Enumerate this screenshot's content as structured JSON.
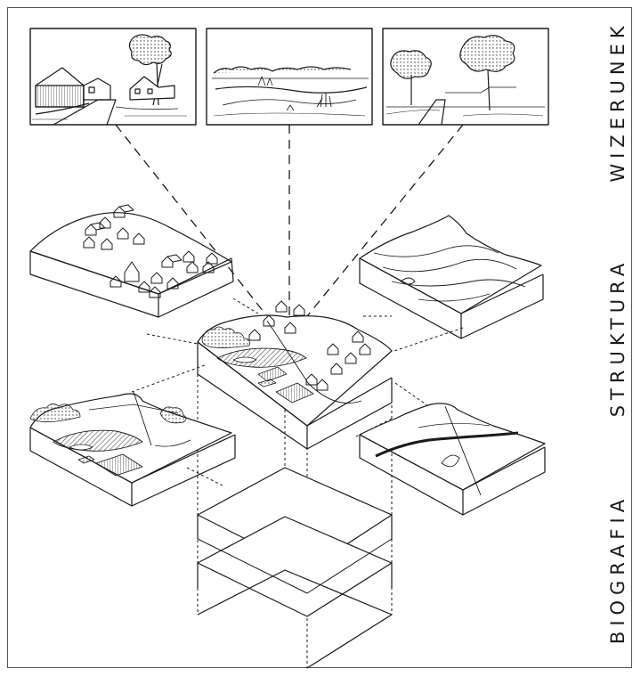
{
  "labels": {
    "wizerunek": "WIZERUNEK",
    "struktura": "STRUKTURA",
    "biografia": "BIOGRAFIA"
  },
  "colors": {
    "line": "#1a1a1a",
    "frame": "#555555",
    "background": "#ffffff"
  }
}
